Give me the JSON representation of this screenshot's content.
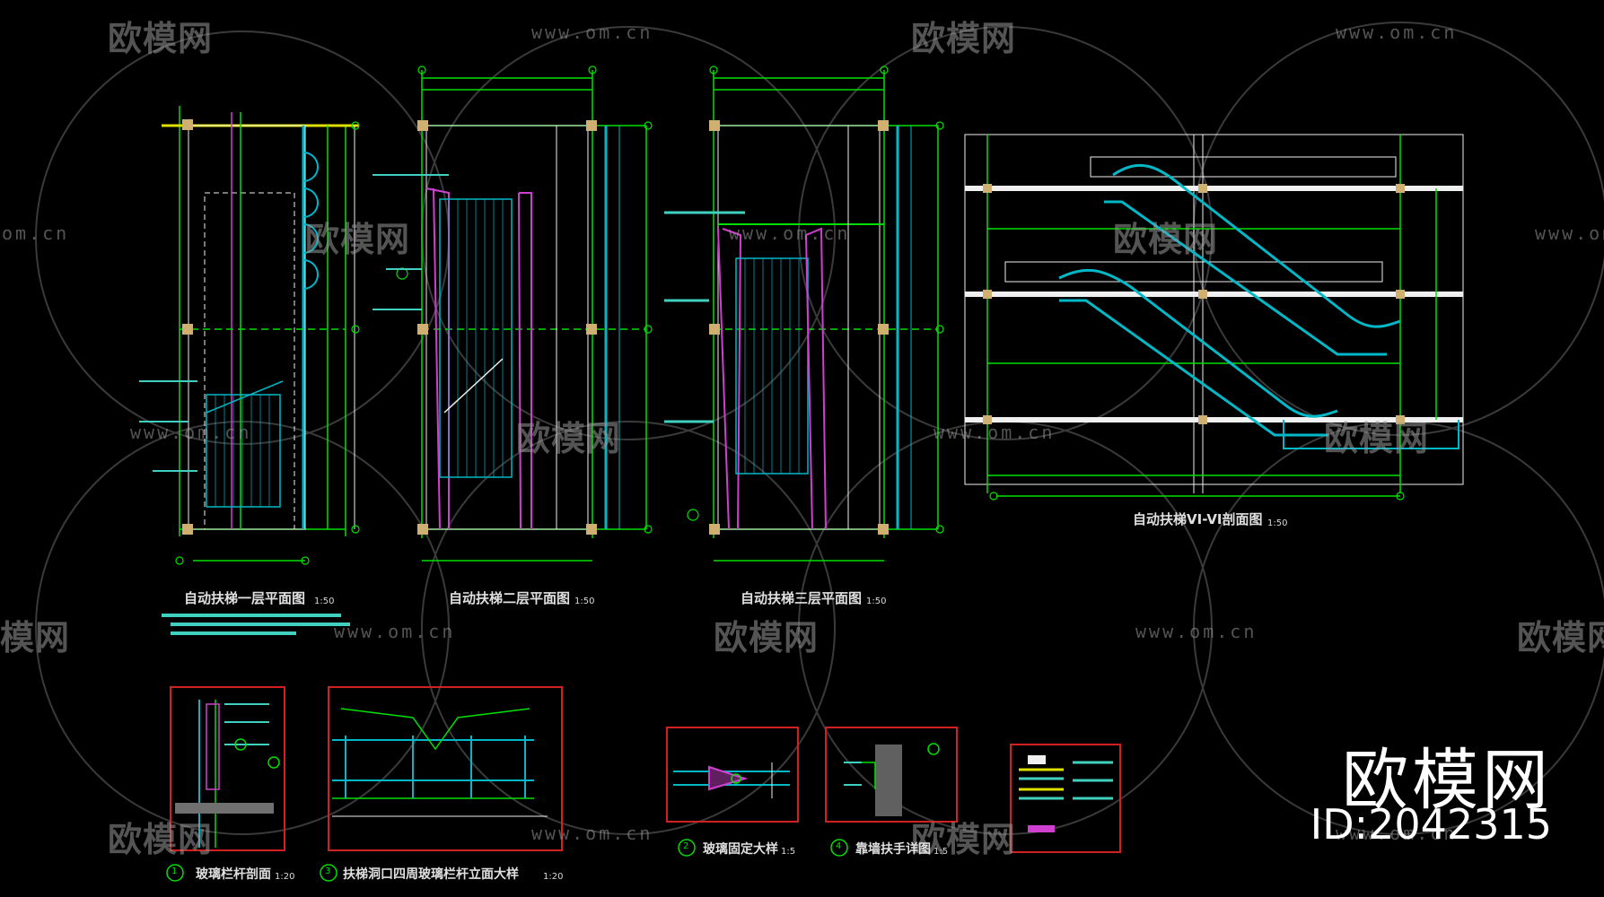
{
  "watermark": {
    "logo": "欧模网",
    "url": "www.om.cn",
    "url_short": "om.cn",
    "logo_short": "模网"
  },
  "drawings": {
    "plan1": {
      "title": "自动扶梯一层平面图",
      "scale": "1:50"
    },
    "plan2": {
      "title": "自动扶梯二层平面图",
      "scale": "1:50"
    },
    "plan3": {
      "title": "自动扶梯三层平面图",
      "scale": "1:50"
    },
    "section": {
      "title": "自动扶梯VI-VI剖面图",
      "scale": "1:50"
    },
    "detail1": {
      "num": "1",
      "title": "玻璃栏杆剖面",
      "scale": "1:20"
    },
    "detail2": {
      "num": "3",
      "title": "扶梯洞口四周玻璃栏杆立面大样",
      "scale": "1:20"
    },
    "detail3": {
      "num": "2",
      "title": "玻璃固定大样",
      "scale": "1:5"
    },
    "detail4": {
      "num": "4",
      "title": "靠墙扶手详图",
      "scale": "1:5"
    }
  },
  "brand": {
    "name": "欧模网",
    "id": "ID:2042315"
  },
  "colors": {
    "green": "#00e000",
    "cyan": "#00b8c8",
    "teal": "#3fd0c0",
    "magenta": "#d040d0",
    "yellow": "#e0e000",
    "red": "#d02020",
    "white": "#f0f0f0",
    "gray": "#909090"
  }
}
